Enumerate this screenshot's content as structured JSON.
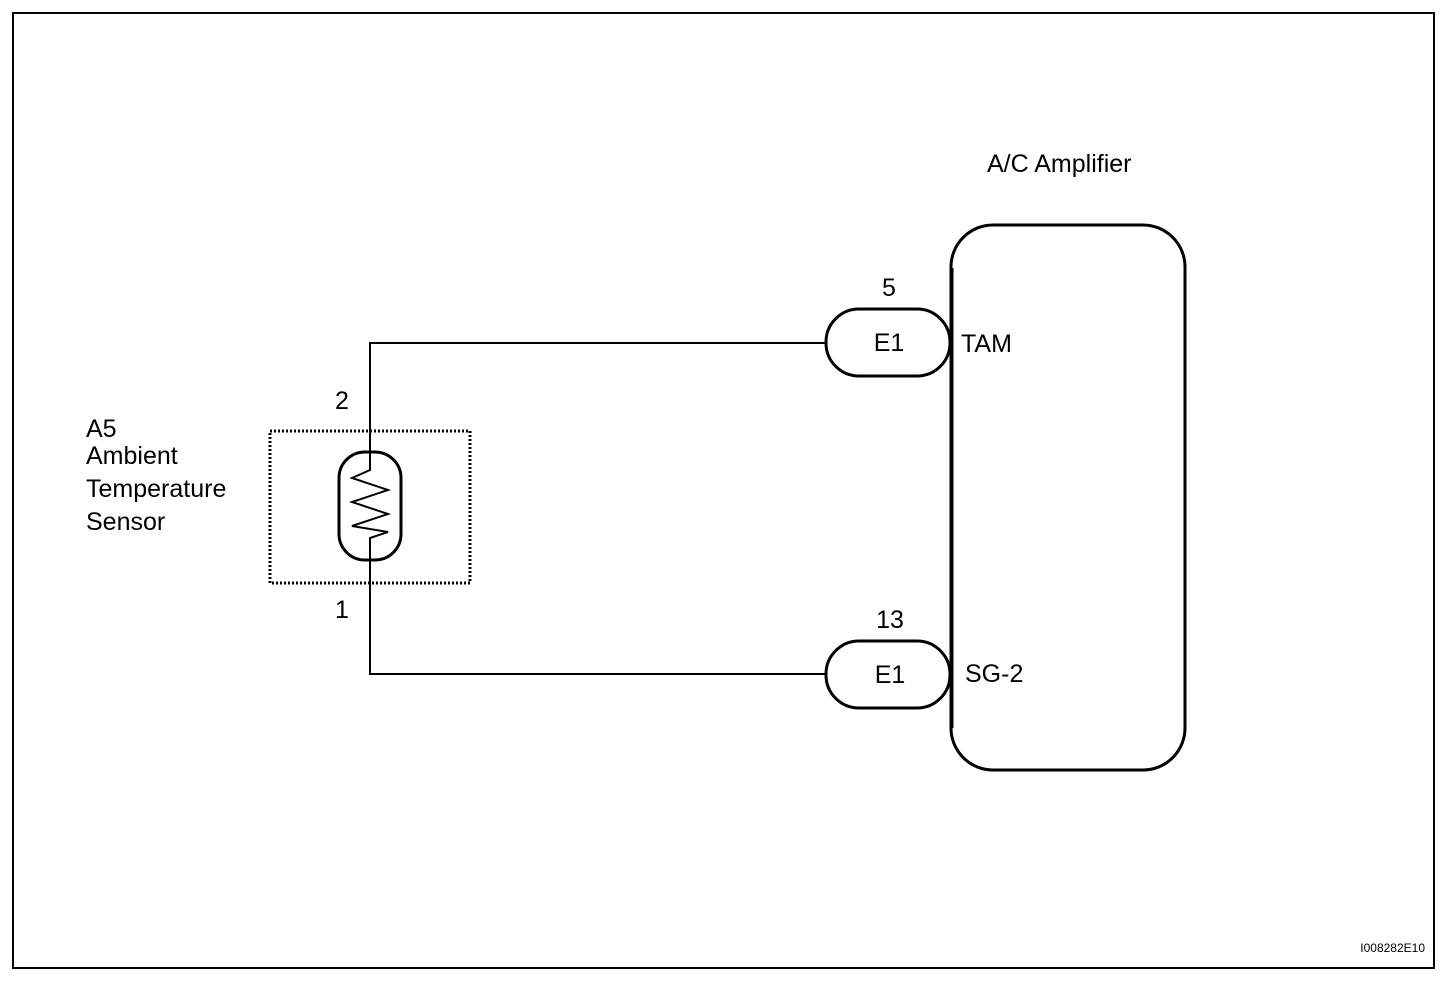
{
  "colors": {
    "line": "#000000",
    "background": "#ffffff"
  },
  "sensor": {
    "code": "A5",
    "name_line1": "Ambient",
    "name_line2": "Temperature",
    "name_line3": "Sensor",
    "pin_top": "2",
    "pin_bottom": "1"
  },
  "amplifier": {
    "title": "A/C Amplifier",
    "connector_top": {
      "pin": "5",
      "connector": "E1",
      "terminal": "TAM"
    },
    "connector_bottom": {
      "pin": "13",
      "connector": "E1",
      "terminal": "SG-2"
    }
  },
  "figure_code": "I008282E10"
}
